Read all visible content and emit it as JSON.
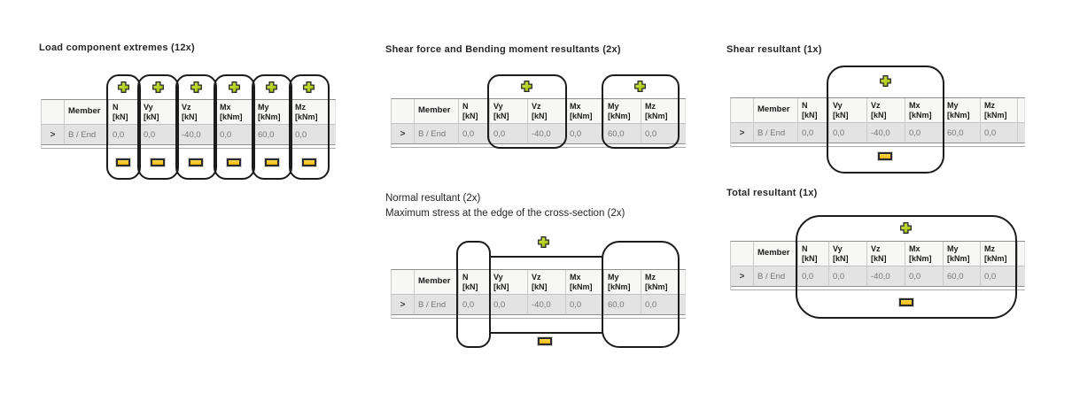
{
  "colors": {
    "lasso_outline": "#1c1c1c",
    "plus_fill_light": "#dcec50",
    "plus_fill_dark": "#93b800",
    "plus_outline": "#2b2b2b",
    "minus_fill_light": "#ffd74e",
    "minus_fill_dark": "#efb70a",
    "minus_outline": "#2b2b2b",
    "header_bg": "#f7f7f6",
    "header_text": "#1b1b1b",
    "row_bg": "#e3e3e3",
    "row_text": "#767676"
  },
  "table": {
    "selector_glyph": ">",
    "member_header": "Member",
    "columns": [
      {
        "name": "N",
        "unit": "[kN]"
      },
      {
        "name": "Vy",
        "unit": "[kN]"
      },
      {
        "name": "Vz",
        "unit": "[kN]"
      },
      {
        "name": "Mx",
        "unit": "[kNm]"
      },
      {
        "name": "My",
        "unit": "[kNm]"
      },
      {
        "name": "Mz",
        "unit": "[kNm]"
      }
    ],
    "row": {
      "member": "B / End",
      "values": [
        "0,0",
        "0,0",
        "-40,0",
        "0,0",
        "60,0",
        "0,0"
      ]
    }
  },
  "panels": {
    "load_extremes": {
      "title": "Load component extremes (12x)"
    },
    "shear_bending": {
      "title": "Shear force and Bending moment resultants (2x)"
    },
    "shear_resultant": {
      "title": "Shear resultant (1x)"
    },
    "normal_max_stress": {
      "title_line1": "Normal resultant (2x)",
      "title_line2": "Maximum stress at the edge of the cross-section (2x)"
    },
    "total_resultant": {
      "title": "Total resultant (1x)"
    }
  }
}
